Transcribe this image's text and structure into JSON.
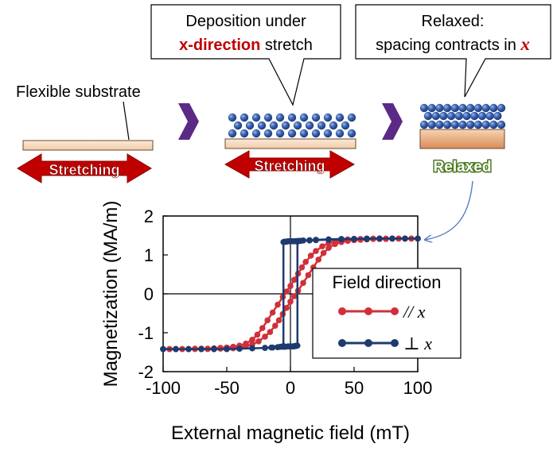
{
  "diagram": {
    "substrate_label": "Flexible substrate",
    "stretch_label_1": "Stretching",
    "stretch_label_2": "Stretching",
    "relaxed_badge": "Relaxed",
    "callout_deposition": {
      "line1": "Deposition under",
      "line2_bold": "x-direction",
      "line2_rest": " stretch"
    },
    "callout_relaxed": {
      "line1": "Relaxed:",
      "line2_text": "spacing contracts in ",
      "line2_var": "x"
    },
    "colors": {
      "arrow_red": "#c00000",
      "chevron": "#5b2a86",
      "substrate_fill": "#f8e0c8",
      "sphere": "#3559a0",
      "relaxed_green": "#6a9a38",
      "callout_red": "#c00000"
    }
  },
  "chart_data": {
    "type": "line",
    "xlabel": "External magnetic field (mT)",
    "ylabel": "Magnetization (MA/m)",
    "xlim": [
      -100,
      100
    ],
    "ylim": [
      -2,
      2
    ],
    "xticks": [
      -100,
      -50,
      0,
      50,
      100
    ],
    "yticks": [
      -2,
      -1,
      0,
      1,
      2
    ],
    "legend": {
      "title": "Field direction",
      "position": "center-right"
    },
    "series": [
      {
        "name": "// x",
        "color": "#d0303a",
        "x": [
          -100,
          -95,
          -90,
          -85,
          -80,
          -75,
          -70,
          -65,
          -60,
          -55,
          -50,
          -45,
          -40,
          -35,
          -30,
          -26,
          -22,
          -18,
          -14,
          -10,
          -6,
          -3,
          0,
          3,
          6,
          9,
          12,
          16,
          20,
          25,
          30,
          35,
          40,
          45,
          50,
          55,
          60,
          65,
          70,
          75,
          80,
          85,
          90,
          95,
          100,
          100,
          95,
          90,
          85,
          80,
          75,
          70,
          65,
          60,
          55,
          50,
          45,
          40,
          35,
          30,
          26,
          22,
          18,
          14,
          10,
          6,
          3,
          0,
          -3,
          -6,
          -9,
          -12,
          -16,
          -20,
          -25,
          -30,
          -35,
          -40,
          -45,
          -50,
          -55,
          -60,
          -65,
          -70,
          -75,
          -80,
          -85,
          -90,
          -95,
          -100
        ],
        "y": [
          -1.42,
          -1.42,
          -1.42,
          -1.42,
          -1.42,
          -1.41,
          -1.41,
          -1.41,
          -1.4,
          -1.39,
          -1.38,
          -1.36,
          -1.33,
          -1.28,
          -1.18,
          -1.05,
          -0.88,
          -0.68,
          -0.48,
          -0.28,
          -0.08,
          0.06,
          0.2,
          0.36,
          0.52,
          0.68,
          0.82,
          0.98,
          1.1,
          1.22,
          1.3,
          1.35,
          1.38,
          1.4,
          1.41,
          1.41,
          1.42,
          1.42,
          1.42,
          1.42,
          1.42,
          1.42,
          1.42,
          1.42,
          1.42,
          1.42,
          1.42,
          1.42,
          1.42,
          1.42,
          1.41,
          1.41,
          1.41,
          1.4,
          1.39,
          1.38,
          1.36,
          1.33,
          1.28,
          1.18,
          1.05,
          0.88,
          0.68,
          0.48,
          0.28,
          0.08,
          -0.06,
          -0.2,
          -0.36,
          -0.52,
          -0.68,
          -0.82,
          -0.98,
          -1.1,
          -1.22,
          -1.3,
          -1.35,
          -1.38,
          -1.4,
          -1.41,
          -1.41,
          -1.42,
          -1.42,
          -1.42,
          -1.42,
          -1.42,
          -1.42,
          -1.42,
          -1.42,
          -1.42
        ]
      },
      {
        "name": "⊥ x",
        "color": "#1f3a6e",
        "x": [
          -100,
          -90,
          -80,
          -70,
          -60,
          -50,
          -40,
          -30,
          -20,
          -14,
          -10,
          -6,
          -4,
          -2,
          -1,
          0,
          1,
          2,
          3,
          3.5,
          4,
          4.5,
          5,
          5.5,
          5.5,
          6,
          8,
          10,
          15,
          20,
          30,
          40,
          50,
          60,
          70,
          80,
          90,
          100,
          100,
          90,
          80,
          70,
          60,
          50,
          40,
          30,
          20,
          15,
          10,
          8,
          6,
          5.5,
          5,
          4,
          3,
          2,
          1,
          0,
          -1,
          -2,
          -3,
          -3.5,
          -4,
          -4.5,
          -5,
          -5.5,
          -5.5,
          -6,
          -8,
          -10,
          -15,
          -20,
          -30,
          -40,
          -50,
          -60,
          -70,
          -80,
          -90,
          -100
        ],
        "y": [
          -1.42,
          -1.42,
          -1.42,
          -1.42,
          -1.42,
          -1.42,
          -1.41,
          -1.4,
          -1.39,
          -1.38,
          -1.37,
          -1.36,
          -1.36,
          -1.35,
          -1.35,
          -1.35,
          -1.35,
          -1.35,
          -1.35,
          -1.34,
          -1.34,
          -1.34,
          -1.33,
          -1.33,
          1.34,
          1.35,
          1.36,
          1.37,
          1.38,
          1.39,
          1.4,
          1.41,
          1.41,
          1.42,
          1.42,
          1.42,
          1.42,
          1.42,
          1.42,
          1.42,
          1.42,
          1.42,
          1.41,
          1.41,
          1.4,
          1.39,
          1.38,
          1.37,
          1.37,
          1.36,
          1.36,
          1.35,
          1.35,
          1.35,
          1.35,
          1.35,
          1.35,
          1.35,
          1.35,
          1.35,
          1.34,
          1.34,
          1.34,
          1.34,
          1.33,
          1.33,
          -1.34,
          -1.35,
          -1.36,
          -1.37,
          -1.38,
          -1.39,
          -1.4,
          -1.41,
          -1.42,
          -1.42,
          -1.42,
          -1.42,
          -1.42,
          -1.42
        ]
      }
    ]
  }
}
